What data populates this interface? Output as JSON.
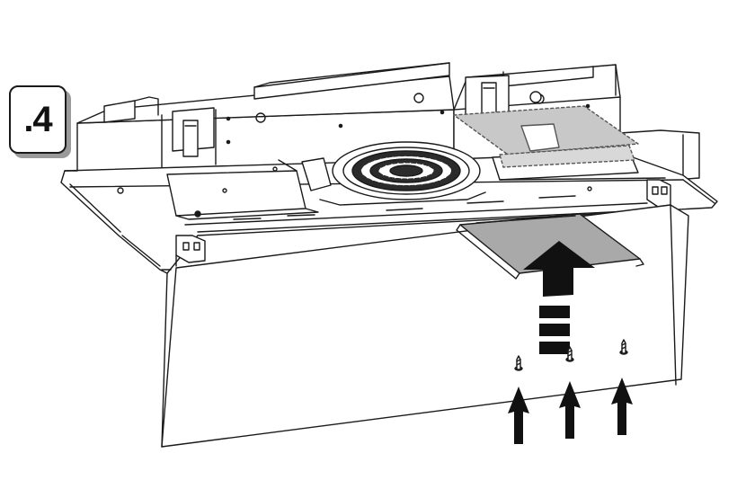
{
  "step": {
    "label": ".4"
  },
  "colors": {
    "line": "#1a1a1a",
    "plate_fill": "#a9a9a9",
    "plate_hint_fill": "#c8c8c8",
    "arrow": "#111111",
    "badge_shadow": "#9a9a9a"
  },
  "icons": {
    "step_badge": "step-number-badge",
    "up_arrow": "up-arrow-icon",
    "screw": "screw-icon",
    "fan": "fan-icon"
  },
  "screws": {
    "count": 3
  },
  "push_arrows": {
    "count": 3
  }
}
